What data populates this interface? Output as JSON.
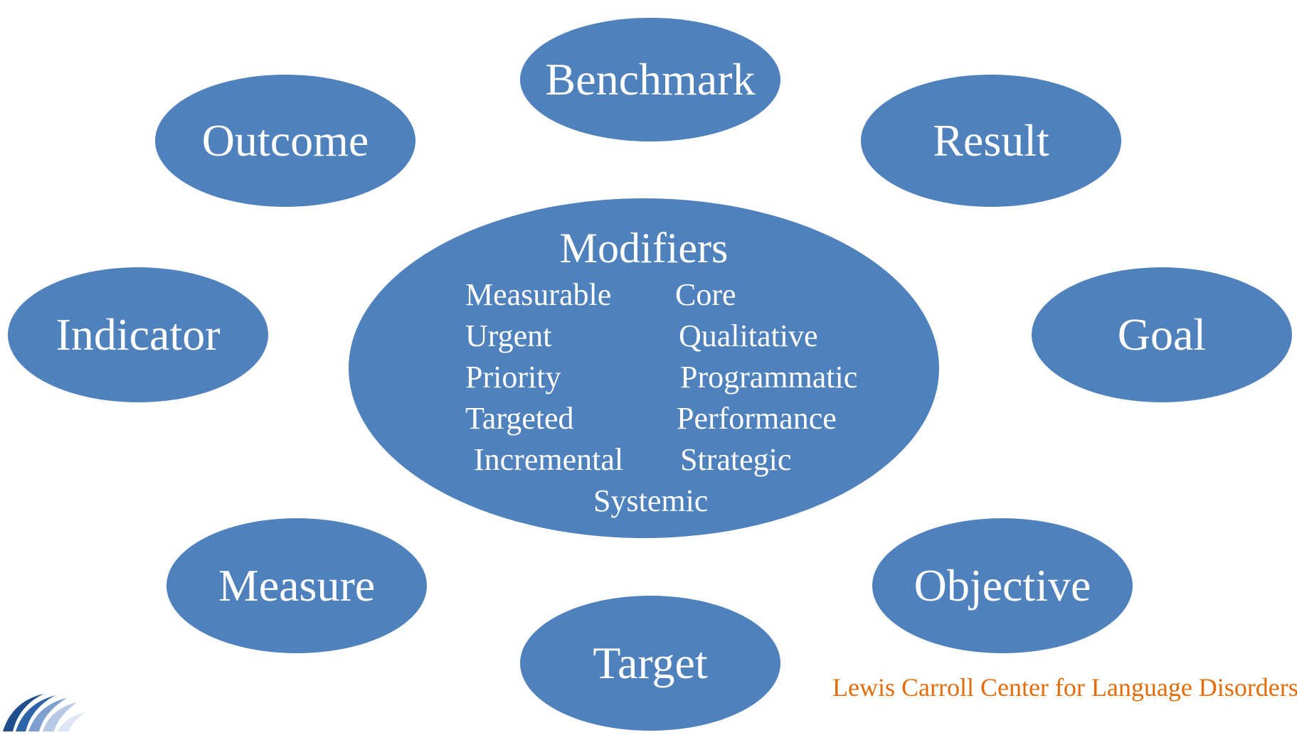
{
  "diagram": {
    "center": {
      "title": "Modifiers",
      "modifiers": [
        "Measurable",
        "Core",
        "Urgent",
        "Qualitative",
        "Priority",
        "Programmatic",
        "Targeted",
        "Performance",
        "Incremental",
        "Strategic",
        "Systemic"
      ]
    },
    "outer_terms": {
      "benchmark": "Benchmark",
      "outcome": "Outcome",
      "result": "Result",
      "indicator": "Indicator",
      "goal": "Goal",
      "measure": "Measure",
      "objective": "Objective",
      "target": "Target"
    }
  },
  "footer": {
    "organization": "Lewis Carroll Center for Language Disorders"
  },
  "colors": {
    "oval_fill": "#4f81bd",
    "oval_text": "#ffffff",
    "footer_text": "#e36c09"
  },
  "logo": {
    "icon": "swoosh-logo-icon"
  }
}
